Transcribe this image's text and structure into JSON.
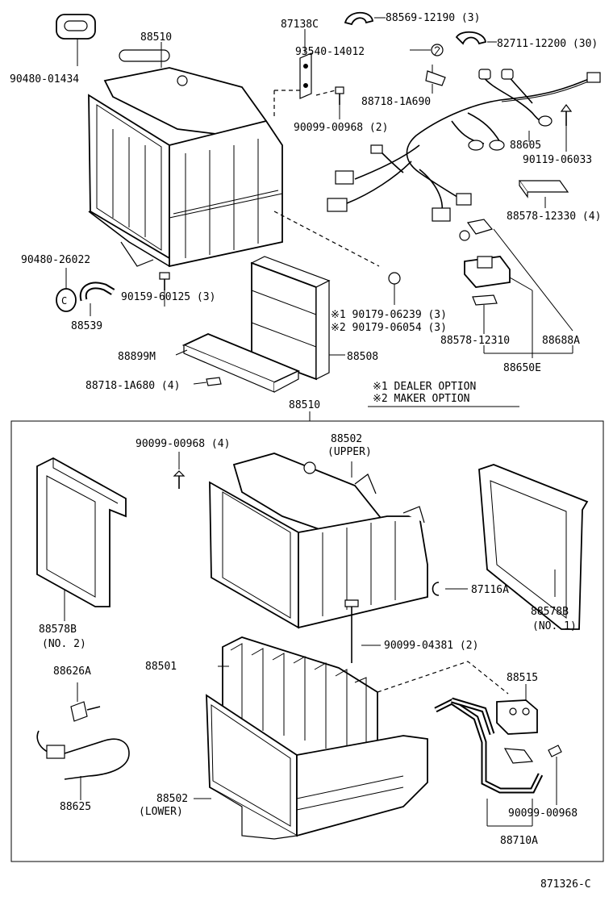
{
  "labels": {
    "p90480_01434": "90480-01434",
    "p88510_top": "88510",
    "p87138c": "87138C",
    "p88569": "88569-12190 (3)",
    "p93540": "93540-14012",
    "p82711": "82711-12200 (30)",
    "p88718_1a690": "88718-1A690",
    "p90099_00968_2": "90099-00968 (2)",
    "p88605": "88605",
    "p90119": "90119-06033",
    "p88578_12330": "88578-12330 (4)",
    "p90480_26022": "90480-26022",
    "p90159": "90159-60125 (3)",
    "p88539": "88539",
    "p190179": "※1 90179-06239 (3)",
    "p290179": "※2 90179-06054 (3)",
    "p88578_12310": "88578-12310",
    "p88688a": "88688A",
    "p88899m": "88899M",
    "p88508": "88508",
    "p88650e": "88650E",
    "p88718_1a680": "88718-1A680 (4)",
    "note1": "※1 DEALER OPTION",
    "note2": "※2 MAKER OPTION",
    "p88510_box": "88510",
    "p90099_00968_4": "90099-00968 (4)",
    "p88502_upper": "88502",
    "upper": "(UPPER)",
    "p87116a": "87116A",
    "p88578b_no2": "88578B",
    "no2": "(NO. 2)",
    "p88578b_no1": "88578B",
    "no1": "(NO. 1)",
    "p90099_04381": "90099-04381 (2)",
    "p88626a": "88626A",
    "p88501": "88501",
    "p88515": "88515",
    "p88625": "88625",
    "p88502_lower": "88502",
    "lower": "(LOWER)",
    "p90099_00968": "90099-00968",
    "p88710a": "88710A",
    "figure_code": "871326-C"
  }
}
